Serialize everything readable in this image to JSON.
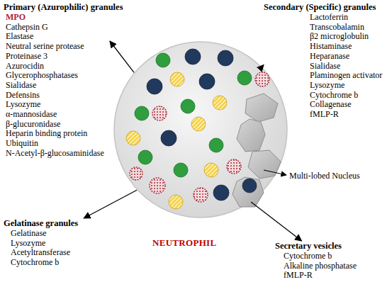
{
  "diagram": {
    "nodes": [
      {
        "text": [
          "Primary (Azurophilic) granules",
          "MPO",
          "Cathepsin G",
          "Elastase",
          "Neutral serine protease",
          "Proteinase 3",
          "Azurocidin",
          "Glycerophosphatases",
          "Sialidase",
          "Defensins",
          "Lysozyme",
          "α-mannosidase",
          "β-glucuronidase",
          "Heparin binding protein",
          "Ubiquitin",
          "N-Acetyl-β-glucosaminidase"
        ]
      },
      {
        "text": [
          "Secondary (Specific) granules",
          "Lactoferrin",
          "Transcobalamin",
          "β2 microglobulin",
          "Histaminase",
          "Heparanase",
          "Sialidase",
          "Plaminogen activator",
          "Lysozyme",
          "Cytochrome b",
          "Collagenase",
          "fMLP-R"
        ]
      },
      {
        "text": [
          "NEUTROPHIL"
        ]
      },
      {
        "text": [
          "Gelatinase granules",
          "Gelatinase",
          "Lysozyme",
          "Acetyltransferase",
          "Cytochrome b"
        ]
      },
      {
        "text": [
          "Secretary vesicles",
          "Cytochrome b",
          "Alkaline phosphatase",
          "fMLP-R"
        ]
      }
    ],
    "edges": [
      {
        "from": 2,
        "to": 0,
        "arrow": "to"
      },
      {
        "from": 2,
        "to": 1,
        "arrow": "to"
      },
      {
        "from": 2,
        "to": 3,
        "arrow": "to"
      },
      {
        "from": 2,
        "to": 4,
        "arrow": "to"
      }
    ],
    "labels": [
      "Multi-lobed Nucleus"
    ]
  }
}
